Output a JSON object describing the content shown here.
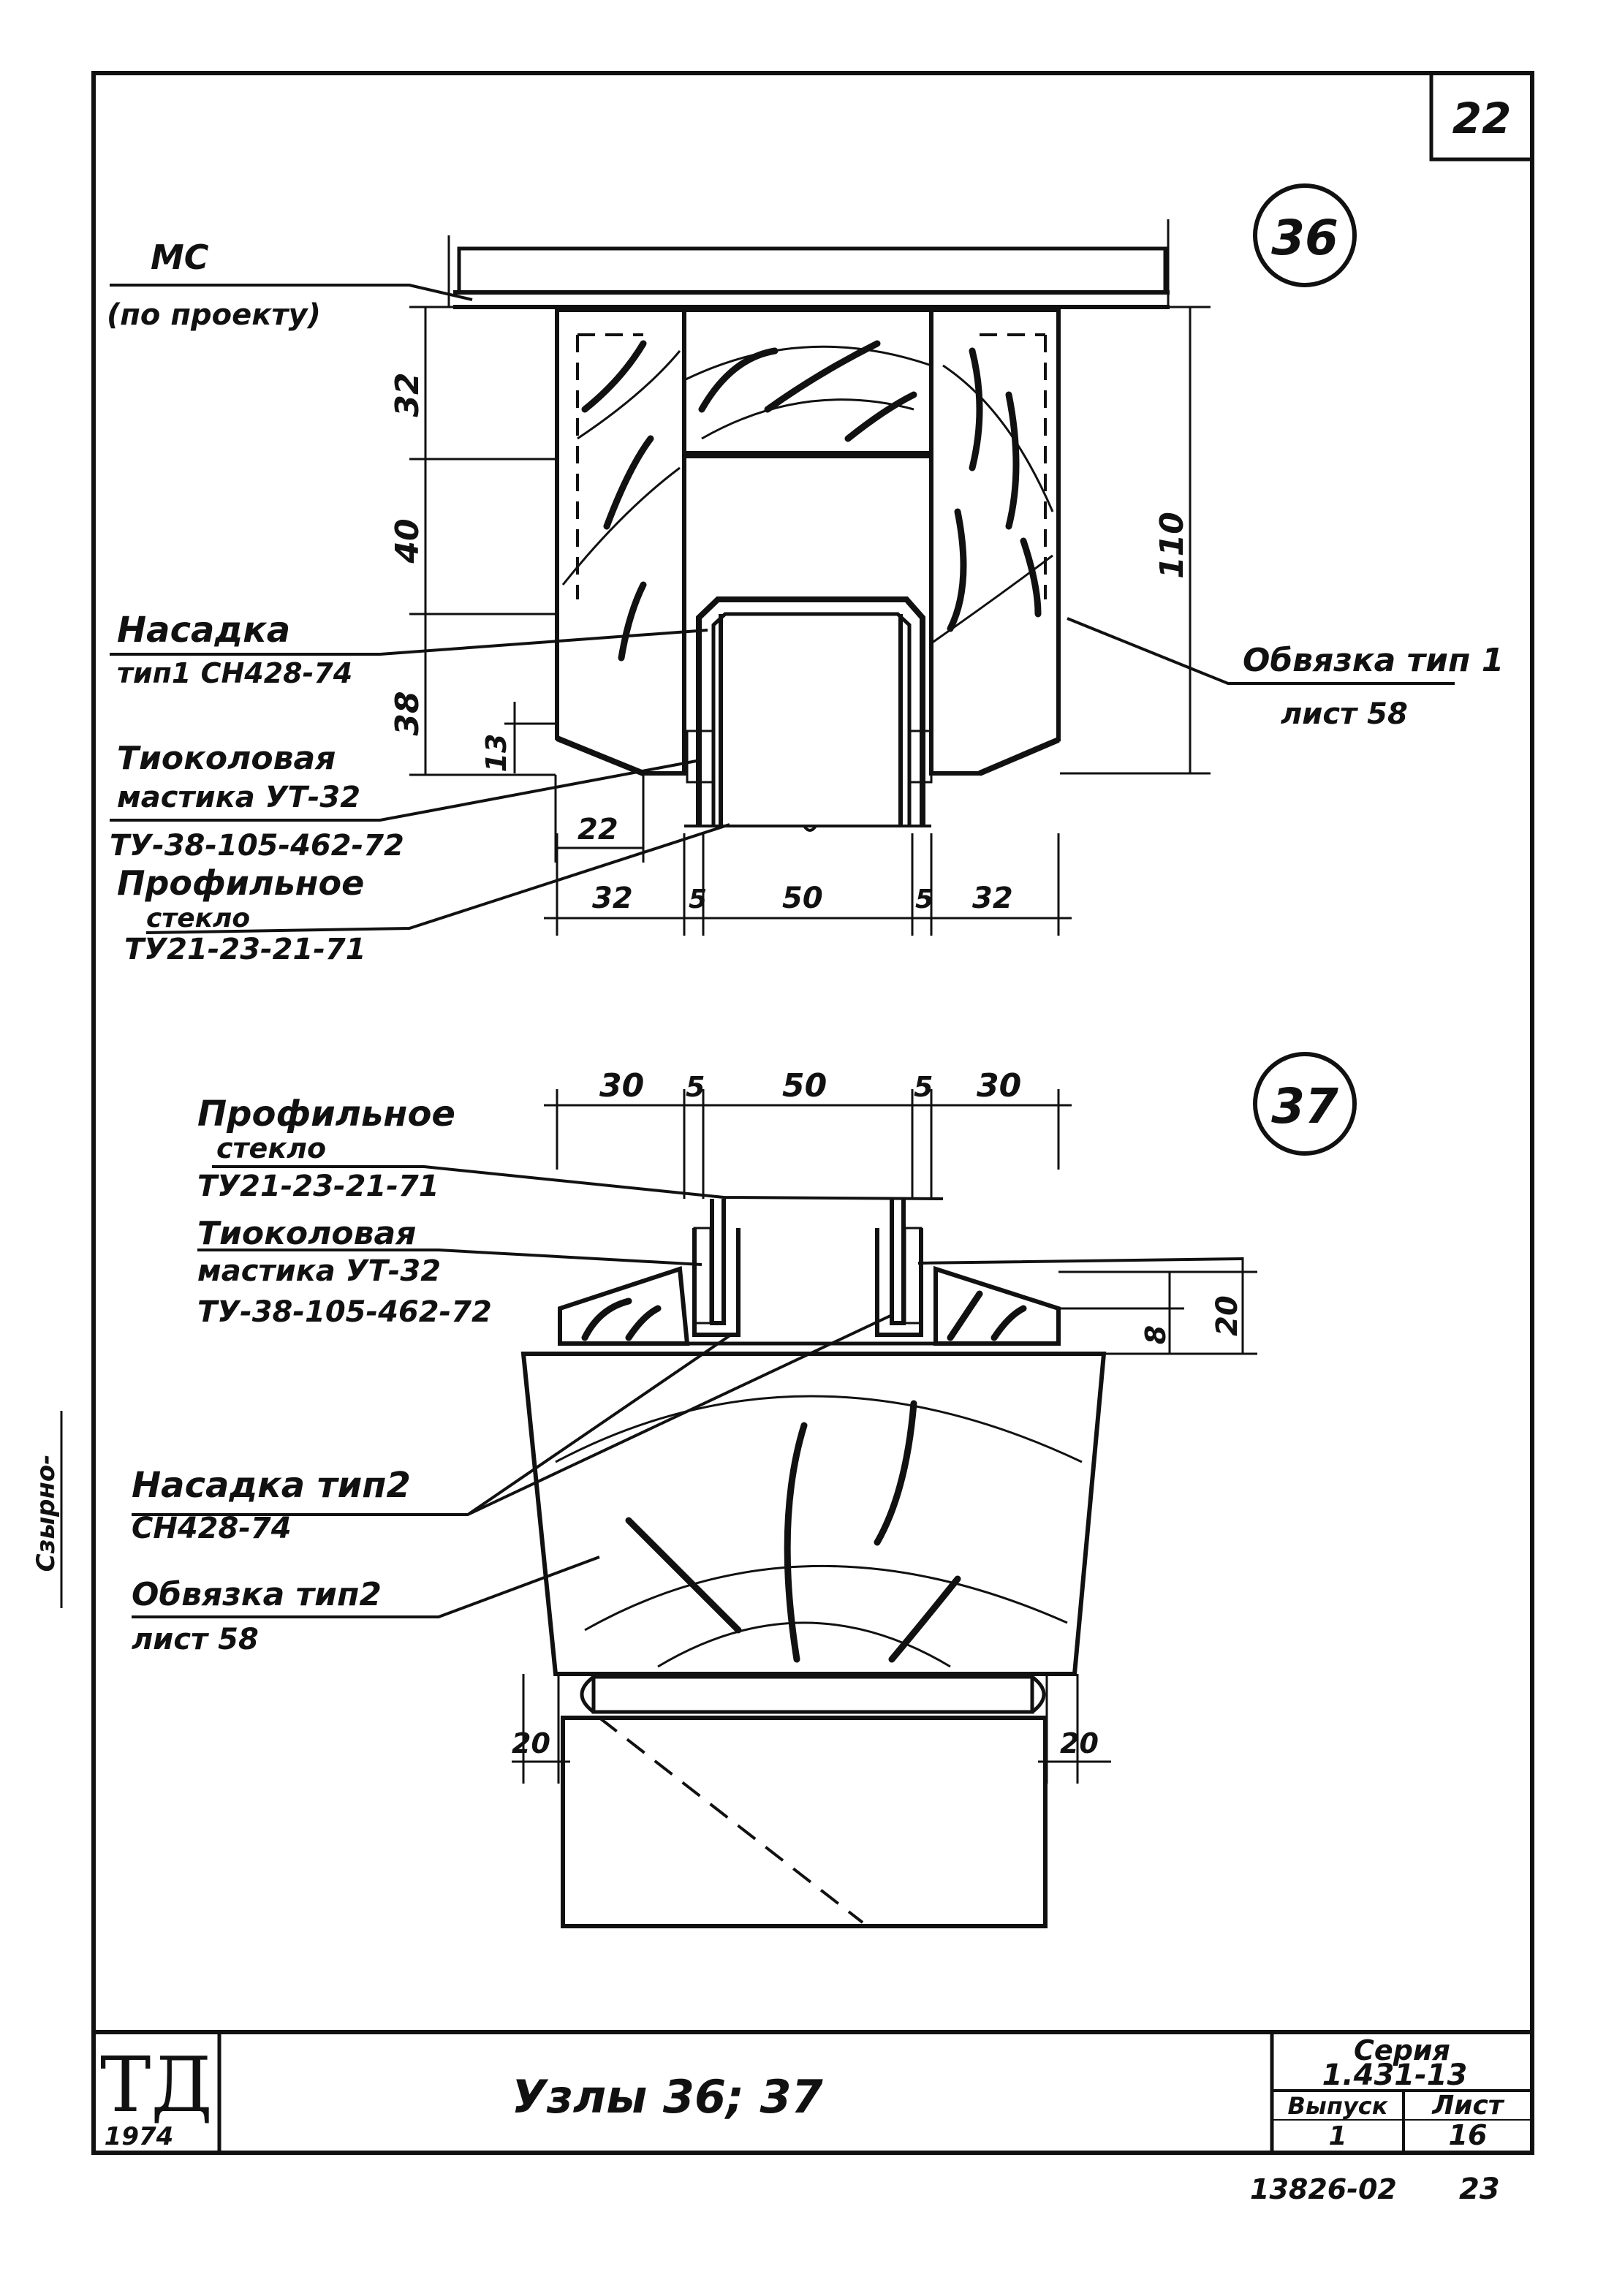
{
  "sheet": {
    "page_number_top": "22",
    "footer_number": "13826-02",
    "footer_page": "23"
  },
  "node36": {
    "badge": "36",
    "label_ms_1": "МС",
    "label_ms_2": "(по проекту)",
    "label_nasadka_1": "Насадка",
    "label_nasadka_2": "тип1 СН428-74",
    "label_obvyazka_1": "Обвязка тип 1",
    "label_obvyazka_2": "лист 58",
    "label_mastika_1": "Тиоколовая",
    "label_mastika_2": "мастика УТ-32",
    "label_mastika_3": "ТУ-38-105-462-72",
    "label_steklo_1": "Профильное",
    "label_steklo_2": "стекло",
    "label_steklo_3": "ТУ21-23-21-71",
    "dims": {
      "d32_top": "32",
      "d40": "40",
      "d38": "38",
      "d13": "13",
      "d110": "110",
      "d22": "22",
      "b32_left": "32",
      "b5_left": "5",
      "b50": "50",
      "b5_right": "5",
      "b32_right": "32"
    }
  },
  "node37": {
    "badge": "37",
    "label_steklo_1": "Профильное",
    "label_steklo_2": "стекло",
    "label_steklo_3": "ТУ21-23-21-71",
    "label_mastika_1": "Тиоколовая",
    "label_mastika_2": "мастика УТ-32",
    "label_mastika_3": "ТУ-38-105-462-72",
    "label_nasadka_1": "Насадка тип2",
    "label_nasadka_2": "СН428-74",
    "label_obvyazka_1": "Обвязка тип2",
    "label_obvyazka_2": "лист 58",
    "dims": {
      "t30_left": "30",
      "t5_left": "5",
      "t50": "50",
      "t5_right": "5",
      "t30_right": "30",
      "d8": "8",
      "d20_right": "20",
      "d20_bl": "20",
      "d20_br": "20"
    }
  },
  "side_stamp": "Сзырно-",
  "title_block": {
    "logo_letters": "ТД",
    "year": "1974",
    "title": "Узлы 36; 37",
    "series_label": "Серия",
    "series_value": "1.431-13",
    "vypusk_label": "Выпуск",
    "vypusk_value": "1",
    "list_label": "Лист",
    "list_value": "16"
  }
}
